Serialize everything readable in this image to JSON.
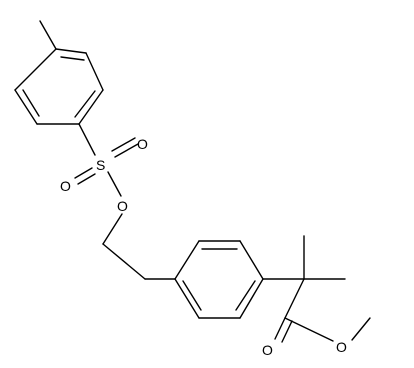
{
  "molecule": {
    "atoms": {
      "sulfur": "S",
      "sulfonyl_oxygen_top": "O",
      "sulfonyl_oxygen_left": "O",
      "ester_link_oxygen": "O",
      "carbonyl_oxygen": "O",
      "methoxy_oxygen": "O"
    }
  },
  "colors": {
    "bond": "#000000",
    "background": "#ffffff"
  }
}
